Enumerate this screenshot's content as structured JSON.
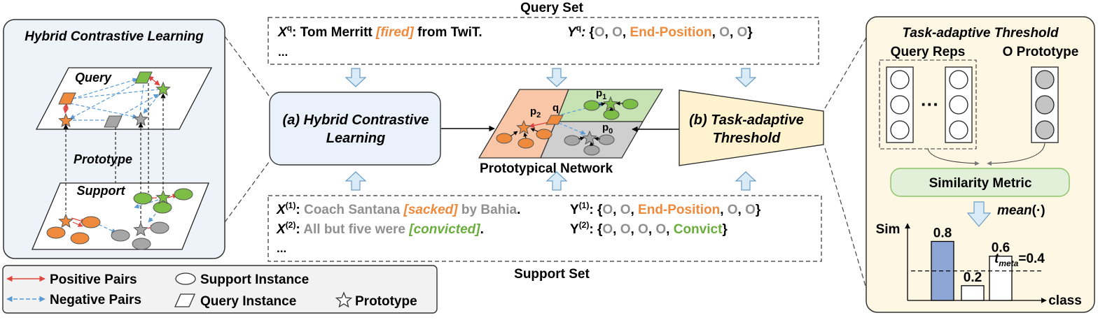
{
  "hcl_panel": {
    "title": "Hybrid Contrastive Learning",
    "query_plane_label": "Query",
    "prototype_label": "Prototype",
    "support_plane_label": "Support"
  },
  "legend": {
    "positive_pairs": "Positive Pairs",
    "negative_pairs": "Negative Pairs",
    "support_instance": "Support Instance",
    "query_instance": "Query Instance",
    "prototype": "Prototype"
  },
  "query_set": {
    "title": "Query Set",
    "x_label": "X",
    "x_sup": "q",
    "x_text_before": ": Tom Merritt ",
    "x_trigger": "[fired]",
    "x_text_after": " from TwiT.",
    "y_label": "Y",
    "y_sup": "q",
    "y_colon": ":",
    "y_open": "{",
    "y_o1": "O",
    "y_sep1": ", ",
    "y_o2": "O",
    "y_sep2": ", ",
    "y_tag": "End-Position",
    "y_sep3": ", ",
    "y_o3": "O",
    "y_sep4": ", ",
    "y_o4": "O",
    "y_close": "}",
    "ellipsis": "..."
  },
  "support_set": {
    "title": "Support Set",
    "x1_label": "X",
    "x1_sup": "(1)",
    "x1_colon": ": ",
    "x1_before": "Coach Santana ",
    "x1_trigger": "[sacked]",
    "x1_after": " by Bahia",
    "x1_period": ".",
    "y1_label": "Y",
    "y1_sup": "(1)",
    "y1_colon": ": {",
    "y1_o1": "O",
    "y1_sep1": ", ",
    "y1_o2": "O",
    "y1_sep2": ", ",
    "y1_tag": "End-Position",
    "y1_sep3": ", ",
    "y1_o3": "O",
    "y1_sep4": ", ",
    "y1_o4": "O",
    "y1_close": "}",
    "x2_label": "X",
    "x2_sup": "(2)",
    "x2_colon": ": ",
    "x2_before": "All but five were ",
    "x2_trigger": "[convicted]",
    "x2_period": ".",
    "y2_label": "Y",
    "y2_sup": "(2)",
    "y2_colon": ": {",
    "y2_o1": "O",
    "y2_sep1": ", ",
    "y2_o2": "O",
    "y2_sep2": ", ",
    "y2_o3": "O",
    "y2_sep3": ", ",
    "y2_o4": "O",
    "y2_sep4": ", ",
    "y2_tag": "Convict",
    "y2_close": "}",
    "ellipsis": "..."
  },
  "module_a": {
    "line1": "(a) Hybrid Contrastive",
    "line2": "Learning"
  },
  "module_b": {
    "line1": "(b) Task-adaptive",
    "line2": "Threshold"
  },
  "protonet": {
    "caption": "Prototypical Network",
    "p1": "p",
    "p1_sub": "1",
    "p2": "p",
    "p2_sub": "2",
    "p0": "p",
    "p0_sub": "0",
    "q": "q"
  },
  "tat_panel": {
    "title": "Task-adaptive Threshold",
    "query_reps": "Query Reps",
    "o_prototype": "O Prototype",
    "dots": "···",
    "similarity_metric": "Similarity Metric",
    "mean_label": "mean",
    "mean_args": "(·)",
    "sim_axis": "Sim",
    "class_axis": "class",
    "threshold_t": "t",
    "threshold_sub": "meta",
    "threshold_eq": "=0.4"
  },
  "chart_data": {
    "type": "bar",
    "categories": [
      "",
      "",
      ""
    ],
    "values": [
      0.8,
      0.2,
      0.6
    ],
    "data_labels": [
      "0.8",
      "0.2",
      "0.6"
    ],
    "threshold": 0.4,
    "ylabel": "Sim",
    "xlabel": "class",
    "ylim": [
      0,
      1
    ],
    "colors": [
      "#8ea6d6",
      "#ffffff",
      "#ffffff"
    ]
  },
  "colors": {
    "left_panel_bg": "#eef3fa",
    "right_panel_bg": "#fdf7e3",
    "module_a_bg": "#eaf1fa",
    "module_b_bg": "#fff3cf",
    "arrow_fill": "#d8ebf7",
    "arrow_stroke": "#6a9cc4",
    "orange": "#ef8a3c",
    "green": "#7bbd45",
    "gray": "#a6a6a6",
    "trigger_orange": "#ef8a3c",
    "trigger_green": "#6aad3c",
    "positive": "#e0443c",
    "negative": "#5b9bd5",
    "sim_metric_bg": "#e2f0d9",
    "sim_metric_stroke": "#8bc06a",
    "bar_blue": "#8ea6d6"
  }
}
